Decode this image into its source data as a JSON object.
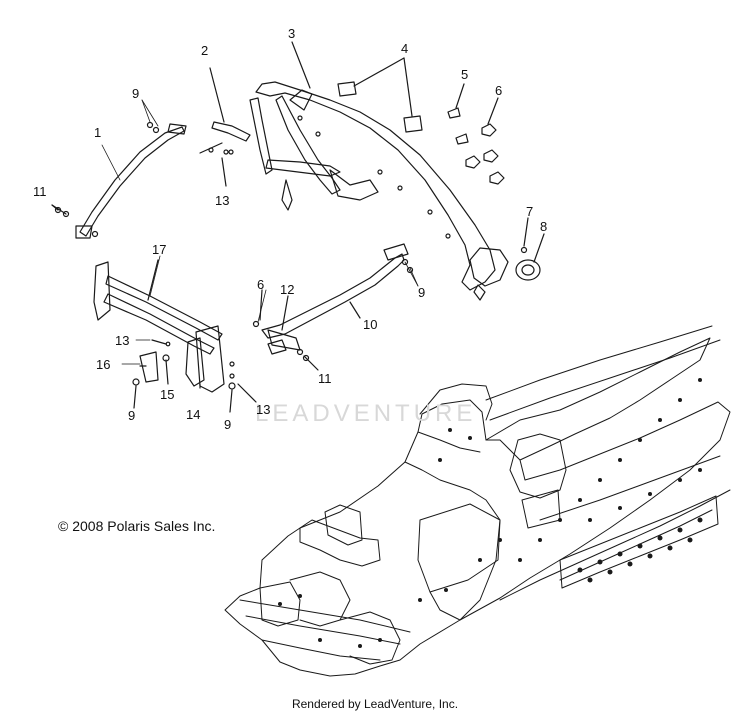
{
  "diagram": {
    "callouts": [
      {
        "id": "c-1",
        "label": "1"
      },
      {
        "id": "c-2",
        "label": "2"
      },
      {
        "id": "c-3",
        "label": "3"
      },
      {
        "id": "c-4",
        "label": "4"
      },
      {
        "id": "c-5",
        "label": "5"
      },
      {
        "id": "c-6a",
        "label": "6"
      },
      {
        "id": "c-7",
        "label": "7"
      },
      {
        "id": "c-8",
        "label": "8"
      },
      {
        "id": "c-9a",
        "label": "9"
      },
      {
        "id": "c-9b",
        "label": "9"
      },
      {
        "id": "c-9c",
        "label": "9"
      },
      {
        "id": "c-9d",
        "label": "9"
      },
      {
        "id": "c-10",
        "label": "10"
      },
      {
        "id": "c-11a",
        "label": "11"
      },
      {
        "id": "c-11b",
        "label": "11"
      },
      {
        "id": "c-12",
        "label": "12"
      },
      {
        "id": "c-13a",
        "label": "13"
      },
      {
        "id": "c-13b",
        "label": "13"
      },
      {
        "id": "c-13c",
        "label": "13"
      },
      {
        "id": "c-6b",
        "label": "6"
      },
      {
        "id": "c-14",
        "label": "14"
      },
      {
        "id": "c-15",
        "label": "15"
      },
      {
        "id": "c-16",
        "label": "16"
      },
      {
        "id": "c-17",
        "label": "17"
      }
    ],
    "copyright": "© 2008 Polaris Sales Inc.",
    "rendered_by": "Rendered by LeadVenture, Inc.",
    "watermark": "LEADVENTURE"
  }
}
